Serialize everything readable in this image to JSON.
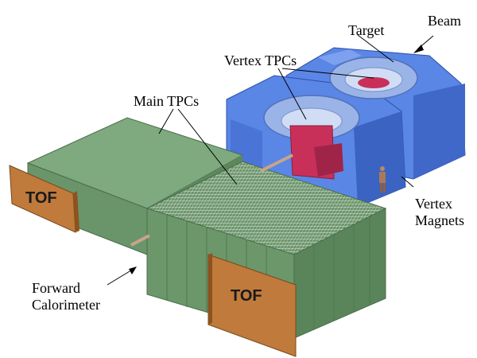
{
  "labels": {
    "beam": "Beam",
    "target": "Target",
    "vertex_tpcs": "Vertex TPCs",
    "main_tpcs": "Main TPCs",
    "vertex_magnets_line1": "Vertex",
    "vertex_magnets_line2": "Magnets",
    "forward_line1": "Forward",
    "forward_line2": "Calorimeter",
    "tof_left": "TOF",
    "tof_right": "TOF"
  },
  "colors": {
    "magnet_blue": "#4a74d6",
    "tpc_green": "#6d9a6d",
    "tof_orange": "#c07a3a",
    "tpc_core_red": "#c8305a"
  }
}
